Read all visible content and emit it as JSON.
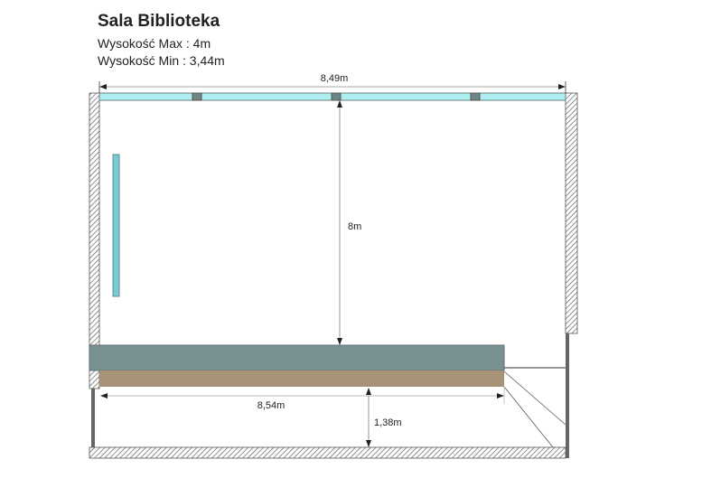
{
  "header": {
    "title": "Sala Biblioteka",
    "height_max": "Wysokość Max : 4m",
    "height_min": "Wysokość Min : 3,44m"
  },
  "dimensions": {
    "top_width": "8,49m",
    "room_depth": "8m",
    "stage_width": "8,54m",
    "stage_gap": "1,38m"
  },
  "colors": {
    "glass": "#aeeef0",
    "stage_top": "#7a9191",
    "stage_base": "#a89379",
    "wall": "#666666"
  }
}
